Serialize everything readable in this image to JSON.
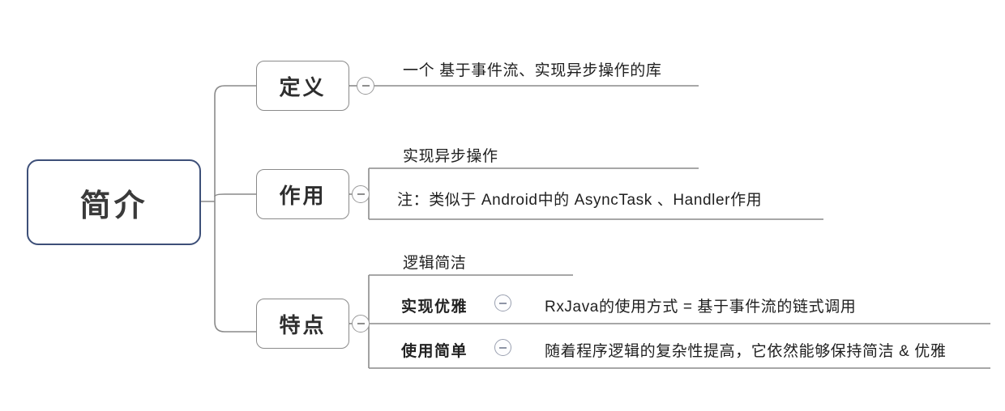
{
  "diagram": {
    "type": "mind-map",
    "root": {
      "label": "简介",
      "border_color": "#3d4f78"
    },
    "branches": [
      {
        "label": "定义",
        "toggle_icon": "minus-circle-icon",
        "children": [
          {
            "text": "一个 基于事件流、实现异步操作的库"
          }
        ]
      },
      {
        "label": "作用",
        "toggle_icon": "minus-circle-icon",
        "children": [
          {
            "text": "实现异步操作"
          },
          {
            "text": "注：类似于 Android中的 AsyncTask 、Handler作用"
          }
        ]
      },
      {
        "label": "特点",
        "toggle_icon": "minus-circle-icon",
        "children": [
          {
            "text": "逻辑简洁"
          },
          {
            "text": "实现优雅",
            "toggle_icon": "minus-circle-icon",
            "detail": "RxJava的使用方式 = 基于事件流的链式调用"
          },
          {
            "text": "使用简单",
            "toggle_icon": "minus-circle-icon",
            "detail": "随着程序逻辑的复杂性提高，它依然能够保持简洁 & 优雅"
          }
        ]
      }
    ]
  },
  "colors": {
    "root_border": "#3d4f78",
    "branch_border": "#8a8a8a",
    "connector": "#8a8a8a",
    "underline": "#8a8a8a",
    "text": "#1f1f1f",
    "background": "#ffffff"
  }
}
